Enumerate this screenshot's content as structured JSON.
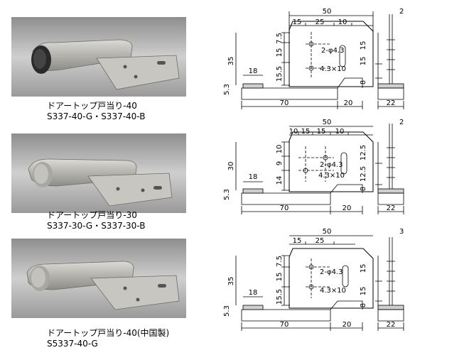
{
  "products": [
    {
      "name": "ドアートップ戸当り-40",
      "codes": "S337-40-G・S337-40-B",
      "dims": {
        "width": "50",
        "top_a": "15",
        "top_b": "25",
        "top_c": "10",
        "height": "35",
        "left_a": "7.5",
        "left_b": "15",
        "left_c": "15.5",
        "right_a": "15",
        "right_b": "15",
        "right_c": "8",
        "hole": "2-φ4.3",
        "slot": "4.3×10",
        "stop_w": "18",
        "stop_h": "5.3",
        "base_a": "70",
        "base_b": "20",
        "side_top": "2",
        "side_base": "22"
      }
    },
    {
      "name": "ドアートップ戸当り-30",
      "codes": "S337-30-G・S337-30-B",
      "dims": {
        "width": "50",
        "top_a": "10",
        "top_b": "15",
        "top_c": "15",
        "top_d": "10",
        "height": "30",
        "left_a": "10",
        "left_b": "9",
        "left_c": "14",
        "right_a": "12.5",
        "right_b": "12.5",
        "right_c": "8",
        "hole": "2-φ4.3",
        "slot": "4.3×10",
        "stop_w": "18",
        "stop_h": "5.3",
        "base_a": "70",
        "base_b": "20",
        "side_top": "2",
        "side_base": "22"
      }
    },
    {
      "name": "ドアートップ戸当り-40(中国製)",
      "codes": "S5337-40-G",
      "dims": {
        "width": "50",
        "top_a": "15",
        "top_b": "25",
        "height": "35",
        "left_a": "7.5",
        "left_b": "15",
        "left_c": "15.5",
        "right_a": "15",
        "right_b": "15",
        "right_c": "8",
        "hole": "2-φ4.3",
        "slot": "4.3×10",
        "stop_w": "18",
        "stop_h": "5.3",
        "base_a": "70",
        "base_b": "20",
        "side_top": "3",
        "side_base": "22"
      }
    }
  ]
}
